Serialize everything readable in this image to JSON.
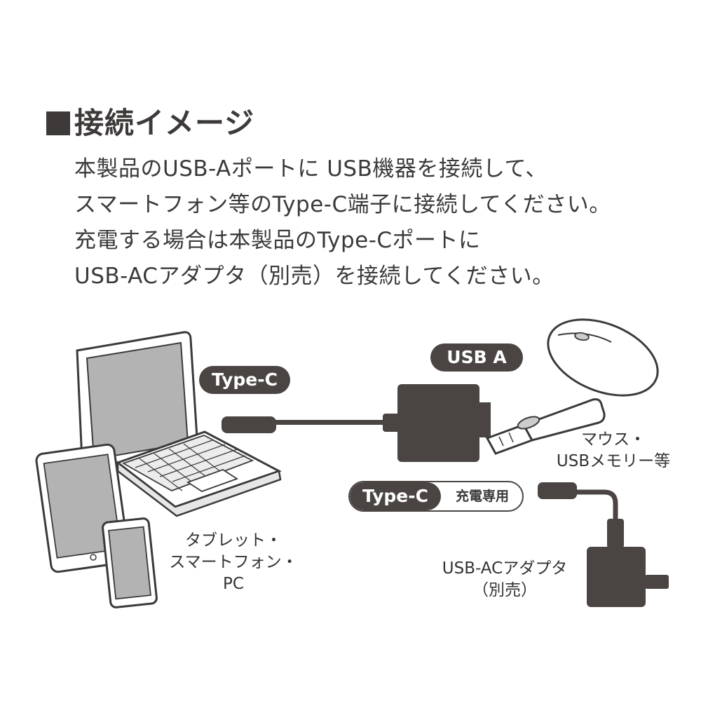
{
  "title": "■接続イメージ",
  "title_text": "接続イメージ",
  "description": [
    "本製品のUSB-Aポートに USB機器を接続して、",
    "スマートフォン等のType-C端子に接続してください。",
    "充電する場合は本製品のType-Cポートに",
    "USB-ACアダプタ（別売）を接続してください。"
  ],
  "badges": {
    "type_c": "Type-C",
    "usb_a": "USB A",
    "type_c_charge": "Type-C",
    "charge_only": "充電専用"
  },
  "labels": {
    "mouse_usb": [
      "マウス・",
      "USBメモリー等"
    ],
    "devices": [
      "タブレット・",
      "スマートフォン・",
      "PC"
    ],
    "adapter": [
      "USB-ACアダプタ",
      "（別売）"
    ]
  },
  "colors": {
    "dark": "#4a4543",
    "text": "#333333",
    "screen": "#b3b3b3",
    "outline": "#3a3a3a"
  }
}
